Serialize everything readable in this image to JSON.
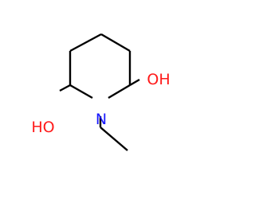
{
  "structure": {
    "atoms": [
      {
        "id": "c1",
        "element": "C",
        "label": ""
      },
      {
        "id": "c2",
        "element": "C",
        "label": ""
      },
      {
        "id": "c3",
        "element": "C",
        "label": ""
      },
      {
        "id": "c4",
        "element": "C",
        "label": ""
      },
      {
        "id": "c5",
        "element": "C",
        "label": ""
      },
      {
        "id": "n1",
        "element": "N",
        "label": "N"
      },
      {
        "id": "o1",
        "element": "O",
        "label": "HO"
      },
      {
        "id": "o2",
        "element": "O",
        "label": "OH"
      },
      {
        "id": "me",
        "element": "C",
        "label": ""
      }
    ],
    "bonds": [
      {
        "from": "c3",
        "to": "c4",
        "order": 1
      },
      {
        "from": "c4",
        "to": "c5",
        "order": 1
      },
      {
        "from": "c5",
        "to": "c1",
        "order": 1
      },
      {
        "from": "c3",
        "to": "c2",
        "order": 1
      },
      {
        "from": "c2",
        "to": "n1",
        "order": 1
      },
      {
        "from": "c1",
        "to": "n1",
        "order": 1
      },
      {
        "from": "c1",
        "to": "o1",
        "order": 1
      },
      {
        "from": "c2",
        "to": "o2",
        "order": 1
      },
      {
        "from": "n1",
        "to": "me",
        "order": 1
      }
    ]
  },
  "colors": {
    "N": "#1a1aff",
    "O": "#ff1a1a",
    "bond": "#000000",
    "background": "#ffffff"
  }
}
